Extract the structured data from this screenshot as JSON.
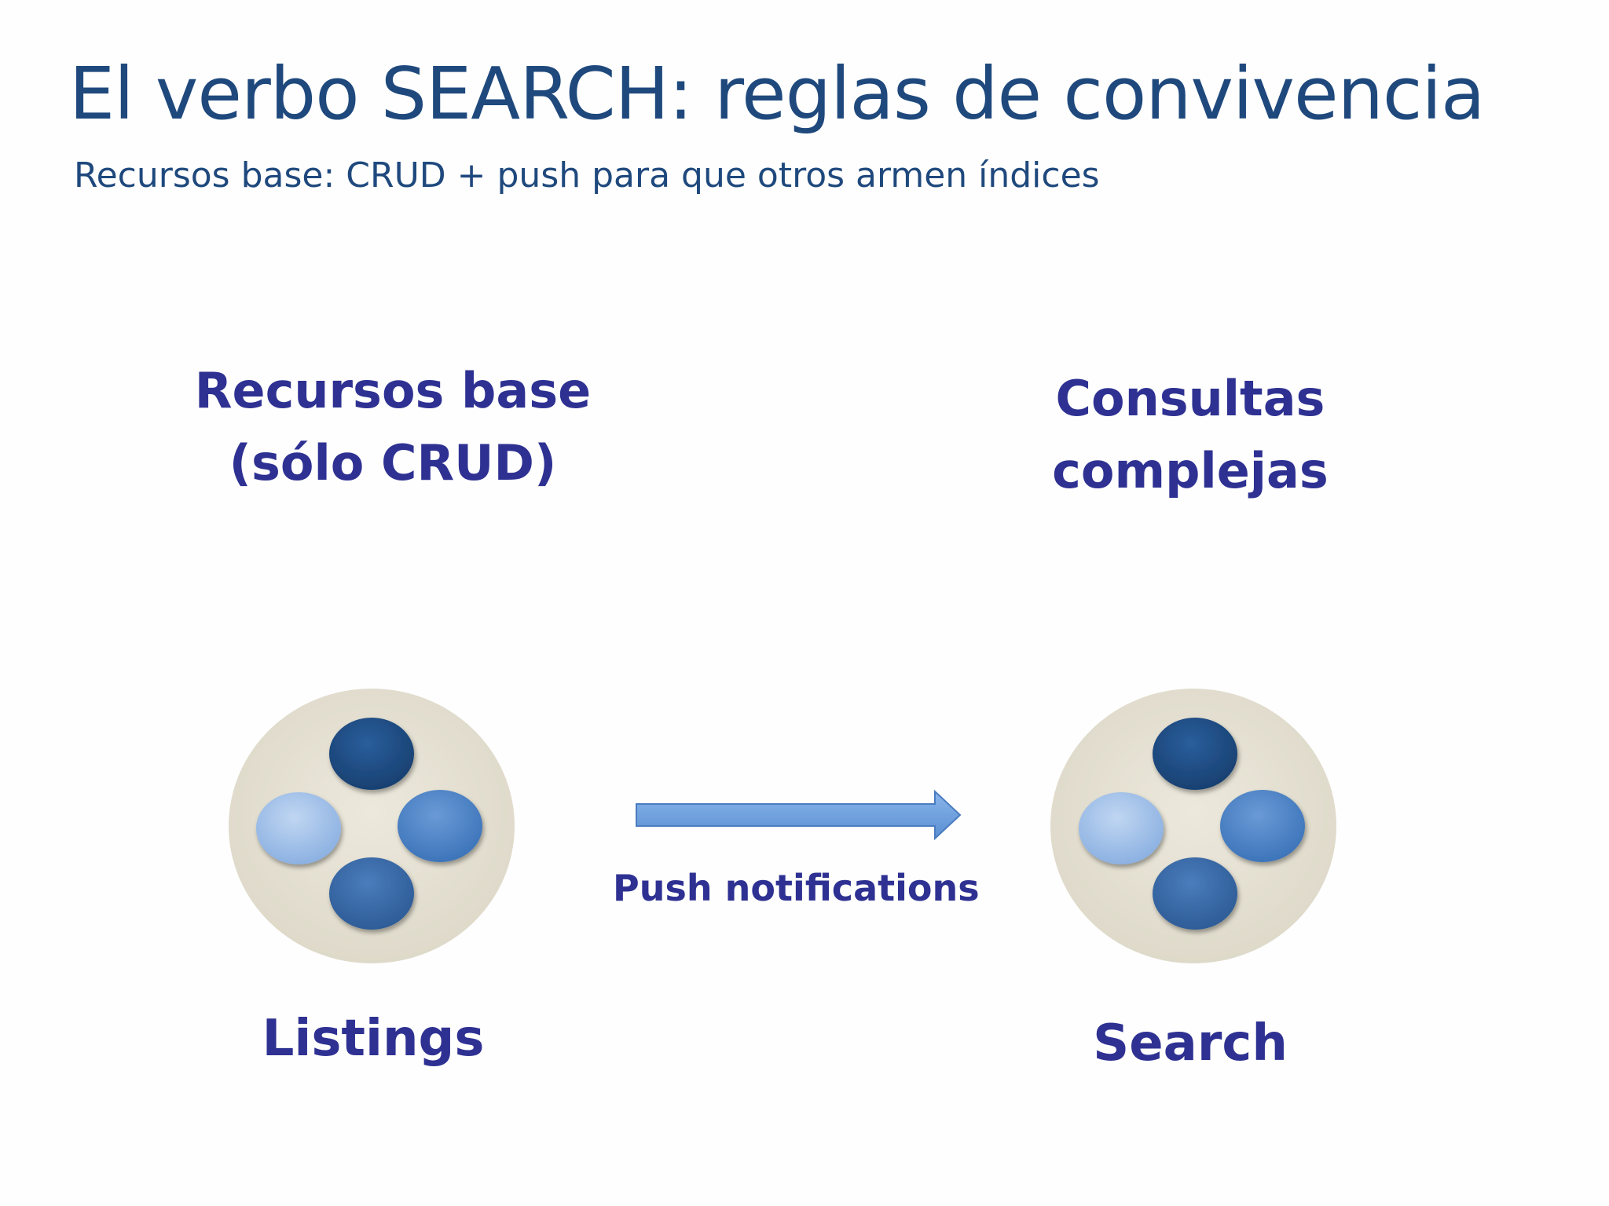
{
  "slide": {
    "title": "El verbo SEARCH: reglas de convivencia",
    "subtitle": "Recursos base: CRUD + push para que otros armen índices"
  },
  "left": {
    "heading": "Recursos base\n(sólo CRUD)",
    "label": "Listings"
  },
  "right": {
    "heading": "Consultas\ncomplejas",
    "label": "Search"
  },
  "arrow": {
    "label": "Push notifications"
  },
  "colors": {
    "title": "#1f497d",
    "heading": "#2e3192",
    "disc": "#e8e3d6",
    "dark_blue": "#1f4e87",
    "mid_blue": "#4f86c6",
    "light_blue": "#9dbde6",
    "arrow": "#6fa0dc"
  }
}
